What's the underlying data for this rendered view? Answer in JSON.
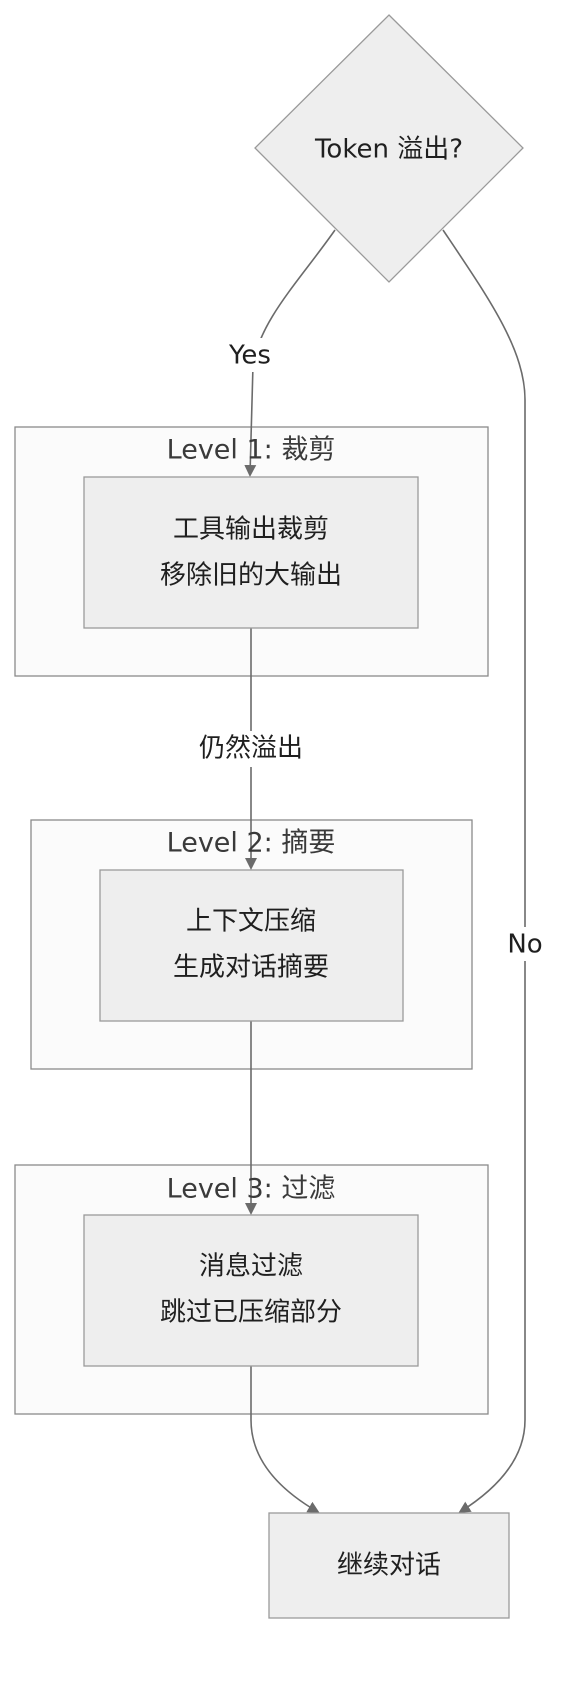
{
  "decision": {
    "label": "Token 溢出?"
  },
  "edges": {
    "yes": "Yes",
    "no": "No",
    "still_overflow": "仍然溢出"
  },
  "levels": [
    {
      "title": "Level 1: 裁剪",
      "line1": "工具输出裁剪",
      "line2": "移除旧的大输出"
    },
    {
      "title": "Level 2: 摘要",
      "line1": "上下文压缩",
      "line2": "生成对话摘要"
    },
    {
      "title": "Level 3: 过滤",
      "line1": "消息过滤",
      "line2": "跳过已压缩部分"
    }
  ],
  "end": {
    "label": "继续对话"
  }
}
